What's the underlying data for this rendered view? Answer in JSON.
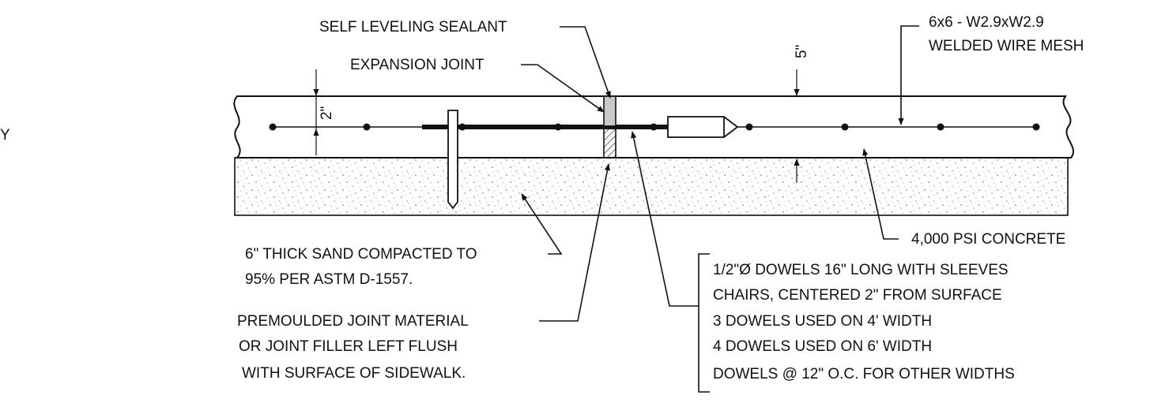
{
  "labels": {
    "edge_mark": "Y",
    "sealant": "SELF LEVELING SEALANT",
    "expansion_joint": "EXPANSION JOINT",
    "mesh_line1": "6x6 - W2.9xW2.9",
    "mesh_line2": "WELDED WIRE MESH",
    "dim_two_inch": "2\"",
    "dim_five_inch": "5\"",
    "concrete": "4,000 PSI CONCRETE",
    "sand_line1": "6\" THICK SAND COMPACTED TO",
    "sand_line2": "95% PER ASTM D-1557.",
    "premoulded_line1": "PREMOULDED JOINT MATERIAL",
    "premoulded_line2": "OR JOINT FILLER LEFT FLUSH",
    "premoulded_line3": "WITH SURFACE OF SIDEWALK.",
    "dowels_line1": "1/2\"Ø DOWELS 16\" LONG WITH SLEEVES",
    "dowels_line2": "CHAIRS, CENTERED 2\" FROM SURFACE",
    "dowels_line3": "3 DOWELS USED ON 4' WIDTH",
    "dowels_line4": "4 DOWELS USED ON 6' WIDTH",
    "dowels_line5": "DOWELS @ 12\" O.C. FOR OTHER WIDTHS"
  },
  "colors": {
    "line": "#111111",
    "sealant_fill": "#c8c8c8",
    "background": "#ffffff"
  }
}
